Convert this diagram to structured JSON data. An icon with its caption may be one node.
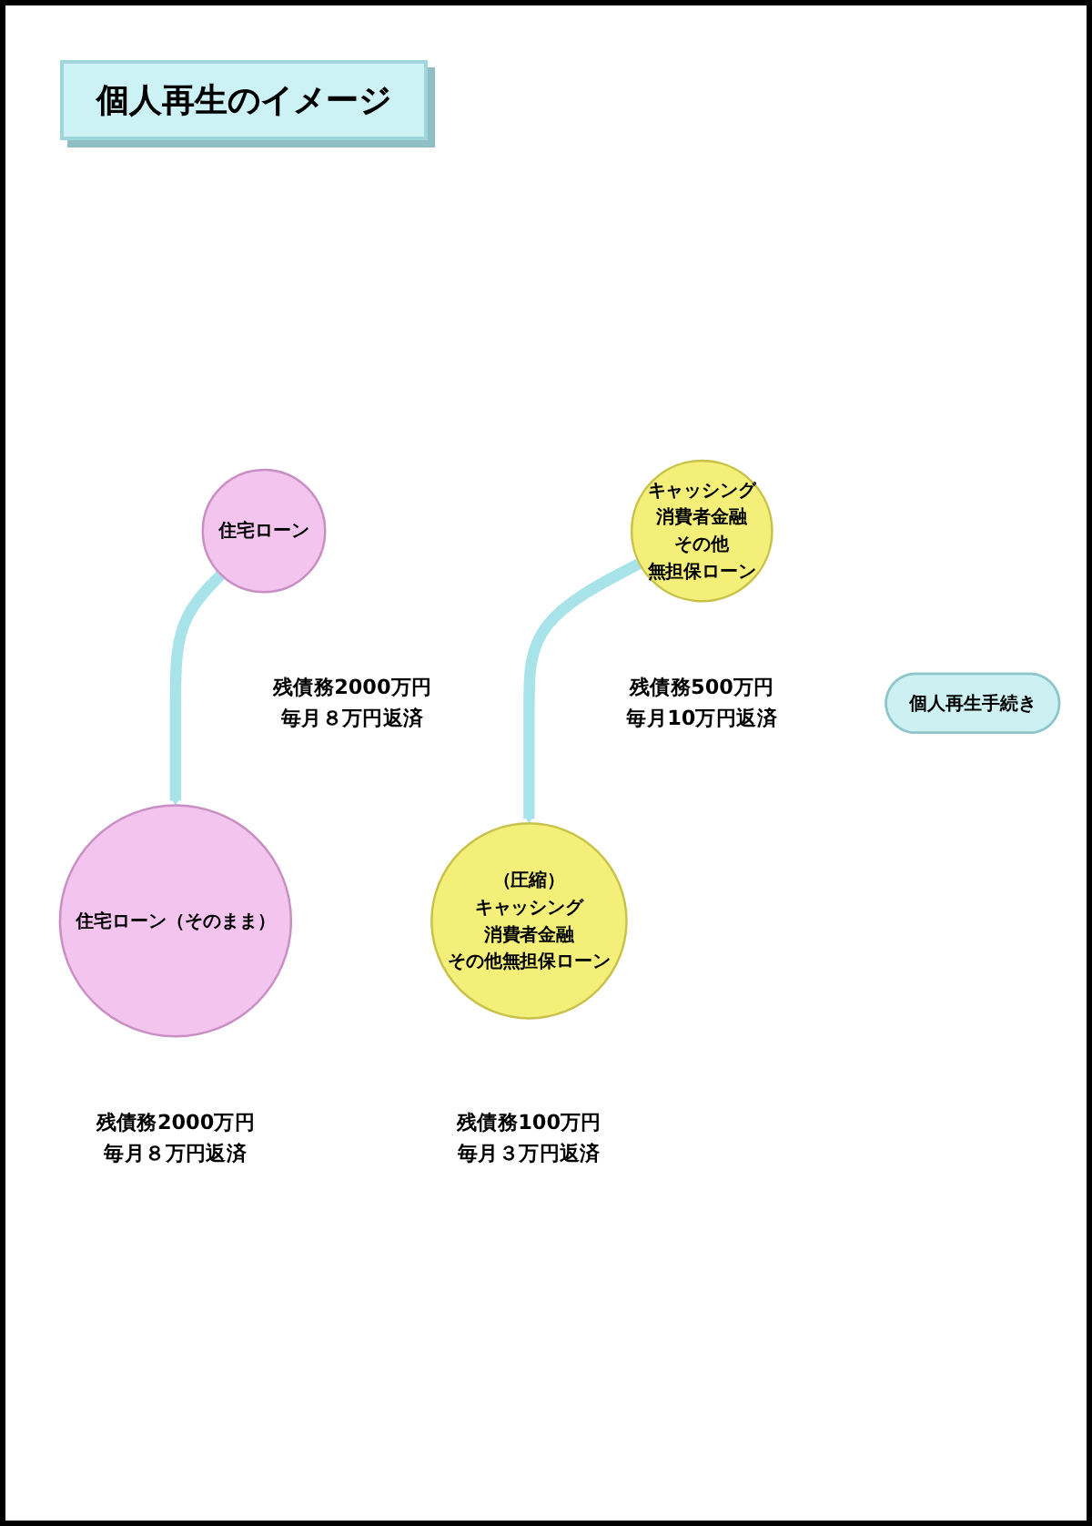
{
  "diagram": {
    "title": "個人再生のイメージ",
    "nodes": [
      {
        "text": [
          "住宅ローン"
        ],
        "beside": [
          "残債務2000万円",
          "毎月８万円返済"
        ]
      },
      {
        "text": [
          "キャッシング",
          "消費者金融",
          "その他",
          "無担保ローン"
        ],
        "beside": [
          "残債務500万円",
          "毎月10万円返済"
        ]
      },
      {
        "text": [
          "個人再生手続き"
        ]
      },
      {
        "text": [
          "住宅ローン（そのまま）"
        ],
        "beside": [
          "残債務2000万円",
          "毎月８万円返済"
        ]
      },
      {
        "text": [
          "（圧縮）",
          "キャッシング",
          "消費者金融",
          "その他無担保ローン"
        ],
        "beside": [
          "残債務100万円",
          "毎月３万円返済"
        ]
      }
    ],
    "edges": [
      {
        "from": 0,
        "to": 3,
        "arrow": "to"
      },
      {
        "from": 1,
        "to": 4,
        "arrow": "to"
      }
    ]
  }
}
